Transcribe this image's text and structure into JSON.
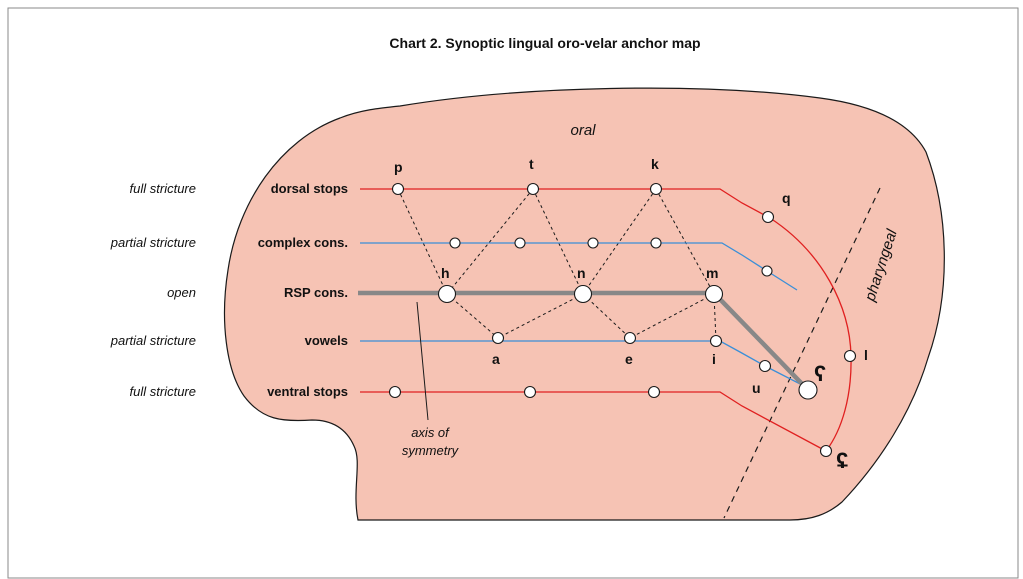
{
  "title": "Chart 2. Synoptic  lingual oro-velar anchor  map",
  "regions": {
    "oral": "oral",
    "pharyngeal": "pharyngeal"
  },
  "rows": [
    {
      "stricture": "full stricture",
      "name": "dorsal stops"
    },
    {
      "stricture": "partial stricture",
      "name": "complex cons."
    },
    {
      "stricture": "open",
      "name": "RSP cons."
    },
    {
      "stricture": "partial stricture",
      "name": "vowels"
    },
    {
      "stricture": "full stricture",
      "name": "ventral stops"
    }
  ],
  "points": {
    "p": "p",
    "t": "t",
    "k": "k",
    "q": "q",
    "h": "h",
    "n": "n",
    "m": "m",
    "a": "a",
    "e": "e",
    "i": "i",
    "u": "u",
    "ain": "ʕ",
    "ain_bar": "ʢ",
    "l": "l"
  },
  "annotation": {
    "line1": "axis of",
    "line2": "symmetry"
  },
  "colors": {
    "region_fill": "#f6c3b4",
    "stop_line": "#e02020",
    "partial_line": "#3a8fd8",
    "rsp_line": "#888888"
  }
}
